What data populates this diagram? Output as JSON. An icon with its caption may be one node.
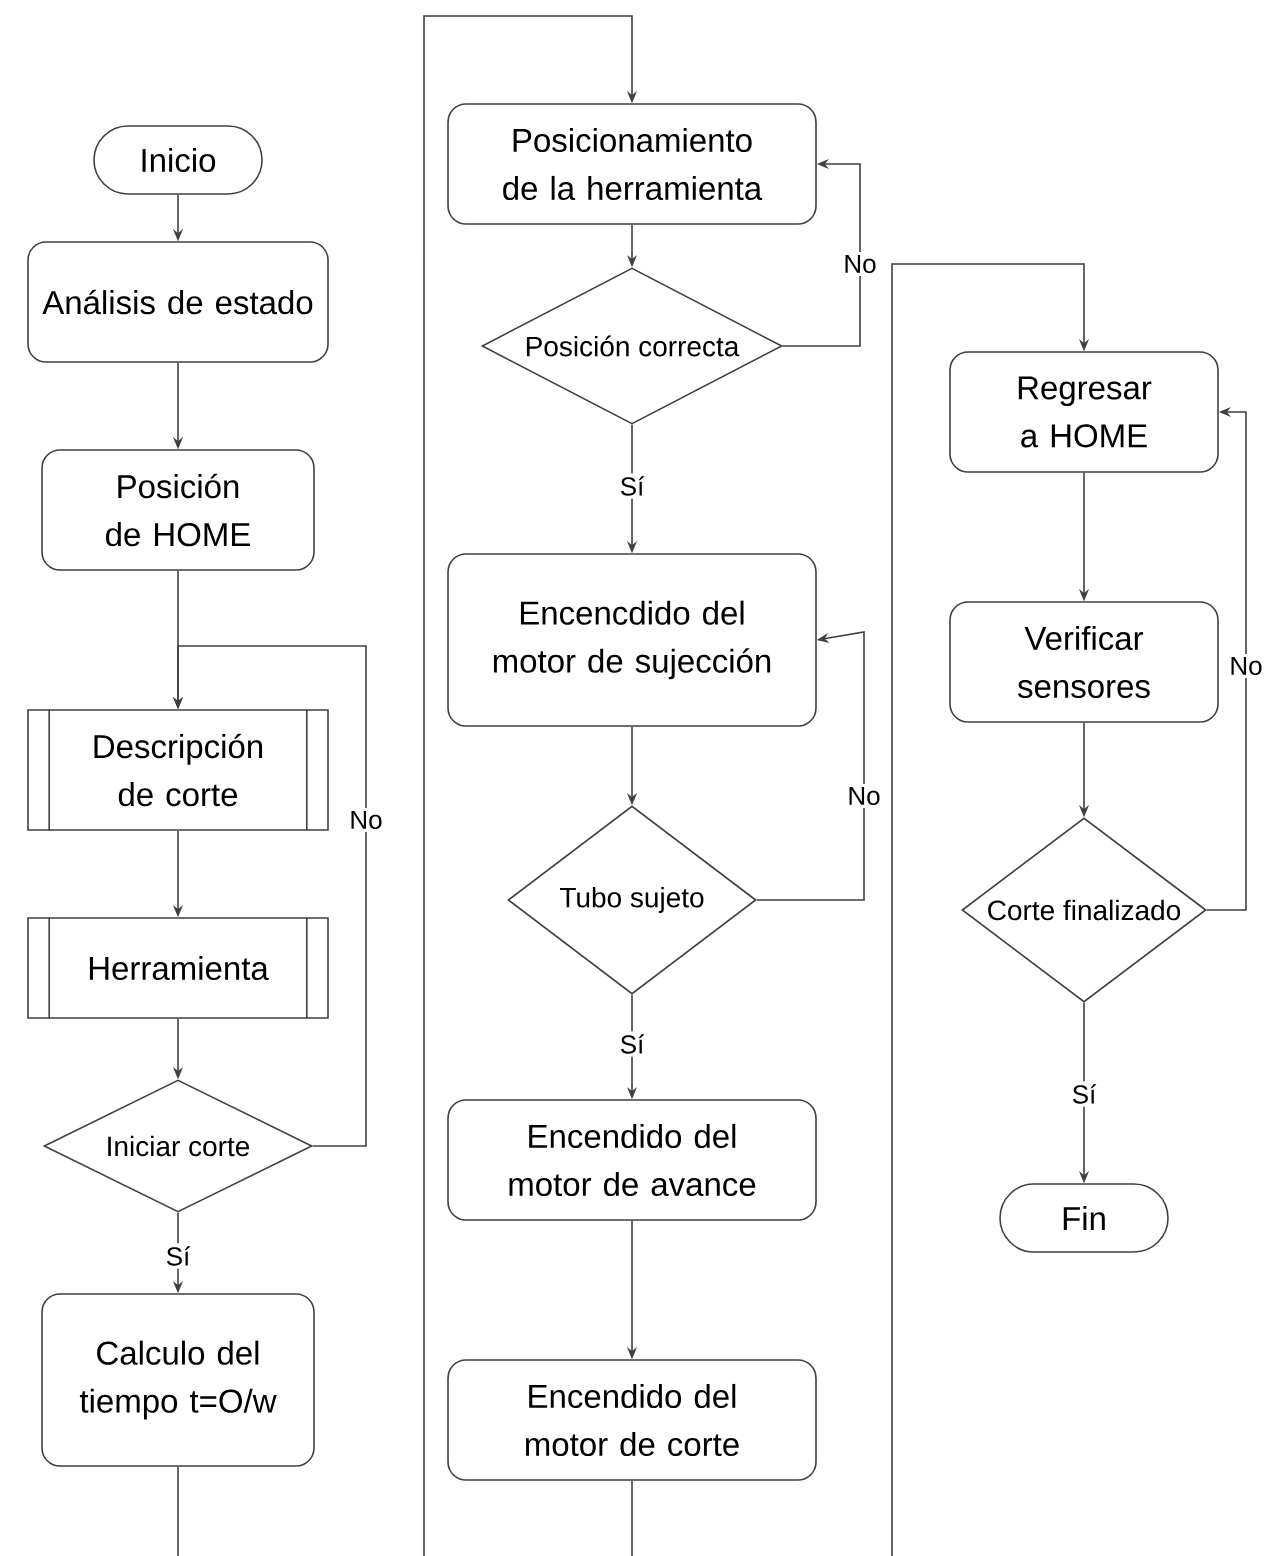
{
  "diagram": {
    "nodes": [
      {
        "text": [
          "Inicio"
        ]
      },
      {
        "text": [
          "Análisis de estado"
        ]
      },
      {
        "text": [
          "Posición de HOME"
        ]
      },
      {
        "text": [
          "Descripción de corte"
        ]
      },
      {
        "text": [
          "Herramienta"
        ]
      },
      {
        "text": [
          "Iniciar corte"
        ]
      },
      {
        "text": [
          "Calculo del tiempo t=O/w"
        ]
      },
      {
        "text": [
          "Posicionamiento de la herramienta"
        ]
      },
      {
        "text": [
          "Posición correcta"
        ]
      },
      {
        "text": [
          "Encencdido del motor de sujección"
        ]
      },
      {
        "text": [
          "Tubo sujeto"
        ]
      },
      {
        "text": [
          "Encendido del motor de avance"
        ]
      },
      {
        "text": [
          "Encendido del motor de corte"
        ]
      },
      {
        "text": [
          "Regresar a HOME"
        ]
      },
      {
        "text": [
          "Verificar sensores"
        ]
      },
      {
        "text": [
          "Corte finalizado"
        ]
      },
      {
        "text": [
          "Fin"
        ]
      }
    ],
    "edges": [
      {
        "from": 0,
        "to": 1,
        "arrow": "to"
      },
      {
        "from": 1,
        "to": 2,
        "arrow": "to"
      },
      {
        "from": 2,
        "to": 3,
        "arrow": "to"
      },
      {
        "from": 3,
        "to": 4,
        "arrow": "to"
      },
      {
        "from": 4,
        "to": 5,
        "arrow": "to"
      },
      {
        "from": 5,
        "to": 3,
        "arrow": "to",
        "label": "No"
      },
      {
        "from": 5,
        "to": 6,
        "arrow": "to",
        "label": "Sí"
      },
      {
        "from": 6,
        "to": 7,
        "arrow": "to"
      },
      {
        "from": 7,
        "to": 8,
        "arrow": "to"
      },
      {
        "from": 8,
        "to": 7,
        "arrow": "to",
        "label": "No"
      },
      {
        "from": 8,
        "to": 9,
        "arrow": "to",
        "label": "Sí"
      },
      {
        "from": 9,
        "to": 10,
        "arrow": "to"
      },
      {
        "from": 10,
        "to": 9,
        "arrow": "to",
        "label": "No"
      },
      {
        "from": 10,
        "to": 11,
        "arrow": "to",
        "label": "Sí"
      },
      {
        "from": 11,
        "to": 12,
        "arrow": "to"
      },
      {
        "from": 12,
        "to": 13,
        "arrow": "to"
      },
      {
        "from": 13,
        "to": 14,
        "arrow": "to"
      },
      {
        "from": 14,
        "to": 15,
        "arrow": "to"
      },
      {
        "from": 15,
        "to": 13,
        "arrow": "to",
        "label": "No"
      },
      {
        "from": 15,
        "to": 16,
        "arrow": "to",
        "label": "Sí"
      }
    ]
  }
}
